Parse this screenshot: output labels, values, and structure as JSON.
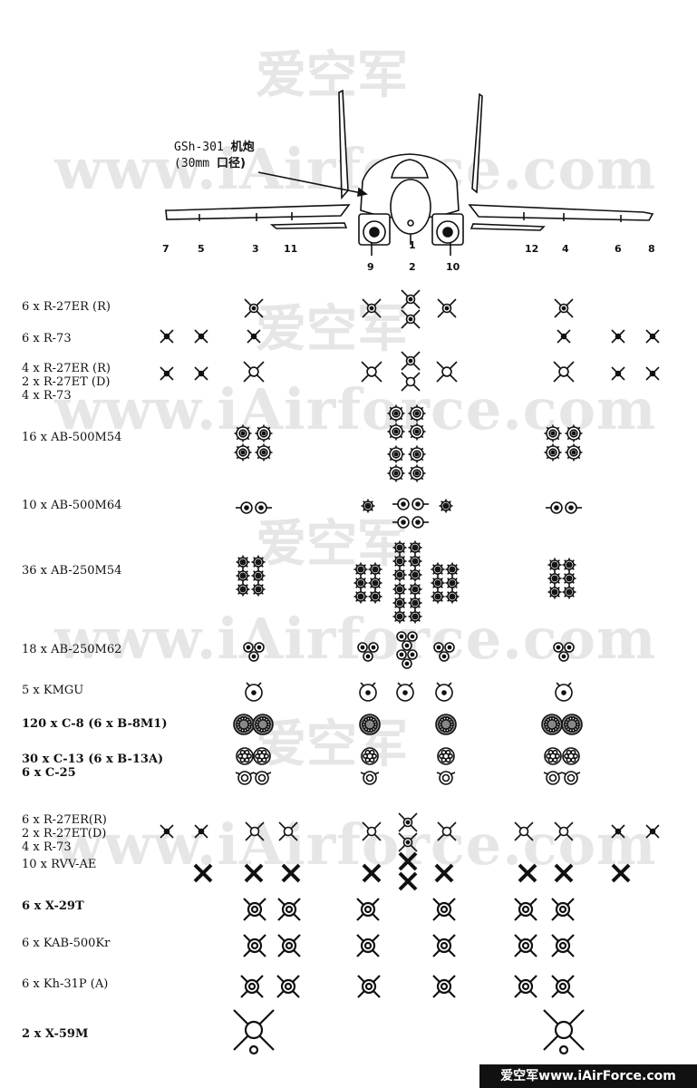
{
  "watermarks": {
    "chinese": "爱空军",
    "url": "www.iAirforce.com"
  },
  "gun_callout": {
    "line1_prefix": "GSh-301 ",
    "line1_suffix": "机炮",
    "line2_prefix": "(30mm ",
    "line2_suffix": "口径)"
  },
  "stations": [
    {
      "label": "7"
    },
    {
      "label": "5"
    },
    {
      "label": "3"
    },
    {
      "label": "11"
    },
    {
      "label": "9"
    },
    {
      "label": "1"
    },
    {
      "label": "2"
    },
    {
      "label": "10"
    },
    {
      "label": "12"
    },
    {
      "label": "4"
    },
    {
      "label": "6"
    },
    {
      "label": "8"
    }
  ],
  "loadouts": [
    {
      "lines": [
        "6 x R-27ER (R)"
      ]
    },
    {
      "lines": [
        "6 x R-73"
      ]
    },
    {
      "lines": [
        "4 x R-27ER (R)",
        "2 x R-27ET (D)",
        "4 x R-73"
      ]
    },
    {
      "lines": [
        "16 x AB-500M54"
      ]
    },
    {
      "lines": [
        "10 x AB-500M64"
      ]
    },
    {
      "lines": [
        "36 x AB-250M54"
      ]
    },
    {
      "lines": [
        "18 x AB-250M62"
      ]
    },
    {
      "lines": [
        "5 x KMGU"
      ]
    },
    {
      "lines": [
        "120 x C-8 (6 x B-8M1)"
      ]
    },
    {
      "lines": [
        "30 x C-13 (6 x B-13A)",
        "6 x C-25"
      ]
    },
    {
      "lines": [
        "6 x R-27ER(R)",
        "2 x R-27ET(D)",
        "4 x R-73",
        "10 x RVV-AE"
      ]
    },
    {
      "lines": [
        "6 x X-29T"
      ]
    },
    {
      "lines": [
        "6 x KAB-500Kr"
      ]
    },
    {
      "lines": [
        "6 x Kh-31P (A)"
      ]
    },
    {
      "lines": [
        "2 x X-59M"
      ]
    }
  ],
  "footer": {
    "text": "爱空军www.iAirForce.com"
  }
}
